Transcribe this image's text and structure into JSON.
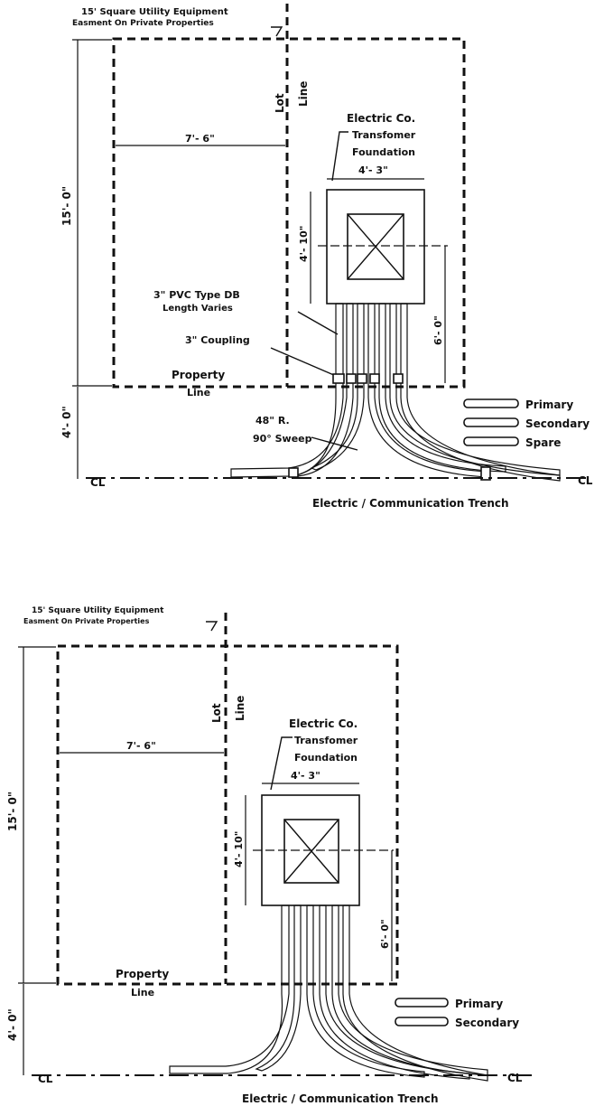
{
  "diagrams": [
    {
      "easement_note_line1": "15' Square Utility Equipment",
      "easement_note_line2": "Easment On Private Properties",
      "lot_line_label": "Lot Line",
      "lot_line_word1": "Lot",
      "lot_line_word2": "Line",
      "transformer_label_line1": "Electric Co.",
      "transformer_label_line2": "Transfomer",
      "transformer_label_line3": "Foundation",
      "dim_half_width": "7'- 6\"",
      "dim_pad_width": "4'- 3\"",
      "dim_pad_height": "4'- 10\"",
      "dim_total_height": "15'- 0\"",
      "dim_to_trench": "4'- 0\"",
      "dim_pad_to_line": "6'- 0\"",
      "conduit_label_line1": "3\" PVC Type DB",
      "conduit_label_line2": "Length Varies",
      "coupling_label": "3\" Coupling",
      "property_line_label_line1": "Property",
      "property_line_label_line2": "Line",
      "sweep_label_line1": "48\" R.",
      "sweep_label_line2": "90° Sweep",
      "centerline_symbol": "CL",
      "trench_label": "Electric / Communication Trench",
      "legend": [
        {
          "label": "Primary",
          "pattern": "hatched"
        },
        {
          "label": "Secondary",
          "pattern": "plain"
        },
        {
          "label": "Spare",
          "pattern": "dotted"
        }
      ]
    },
    {
      "easement_note_line1": "15' Square Utility Equipment",
      "easement_note_line2": "Easment On Private Properties",
      "lot_line_word1": "Lot",
      "lot_line_word2": "Line",
      "transformer_label_line1": "Electric Co.",
      "transformer_label_line2": "Transfomer",
      "transformer_label_line3": "Foundation",
      "dim_half_width": "7'- 6\"",
      "dim_pad_width": "4'- 3\"",
      "dim_pad_height": "4'- 10\"",
      "dim_total_height": "15'- 0\"",
      "dim_to_trench": "4'- 0\"",
      "dim_pad_to_line": "6'- 0\"",
      "property_line_label_line1": "Property",
      "property_line_label_line2": "Line",
      "centerline_symbol": "CL",
      "trench_label": "Electric / Communication Trench",
      "legend": [
        {
          "label": "Primary",
          "pattern": "hatched"
        },
        {
          "label": "Secondary",
          "pattern": "plain"
        }
      ]
    }
  ],
  "colors": {
    "ink": "#111111",
    "background": "#ffffff"
  }
}
